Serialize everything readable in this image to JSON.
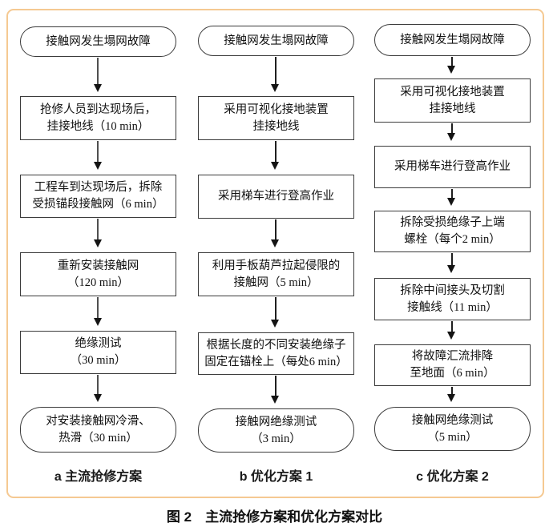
{
  "figure": {
    "caption": "图 2　主流抢修方案和优化方案对比",
    "panel_border_color": "#f5c992",
    "box_border_color": "#3b3b3b",
    "arrow_color": "#4f4f4f",
    "arrowhead_color": "#141414",
    "text_color": "#111111"
  },
  "columns": [
    {
      "label": "a 主流抢修方案",
      "nodes": [
        {
          "type": "terminal",
          "lines": [
            "接触网发生塌网故障"
          ]
        },
        {
          "type": "process",
          "lines": [
            "抢修人员到达现场后，",
            "挂接地线（10 min）"
          ]
        },
        {
          "type": "process",
          "lines": [
            "工程车到达现场后，拆除",
            "受损锚段接触网（6 min）"
          ]
        },
        {
          "type": "process",
          "lines": [
            "重新安装接触网",
            "（120 min）"
          ]
        },
        {
          "type": "process",
          "lines": [
            "绝缘测试",
            "（30 min）"
          ]
        },
        {
          "type": "terminal",
          "lines": [
            "对安装接触网冷滑、",
            "热滑（30 min）"
          ]
        }
      ]
    },
    {
      "label": "b 优化方案 1",
      "nodes": [
        {
          "type": "terminal",
          "lines": [
            "接触网发生塌网故障"
          ]
        },
        {
          "type": "process",
          "lines": [
            "采用可视化接地装置",
            "挂接地线"
          ]
        },
        {
          "type": "process",
          "lines": [
            "采用梯车进行登高作业"
          ]
        },
        {
          "type": "process",
          "lines": [
            "利用手板葫芦拉起侵限的",
            "接触网（5 min）"
          ]
        },
        {
          "type": "process",
          "lines": [
            "根据长度的不同安装绝缘子",
            "固定在锚栓上（每处6 min）"
          ]
        },
        {
          "type": "terminal",
          "lines": [
            "接触网绝缘测试",
            "（3 min）"
          ]
        }
      ]
    },
    {
      "label": "c 优化方案 2",
      "nodes": [
        {
          "type": "terminal",
          "lines": [
            "接触网发生塌网故障"
          ]
        },
        {
          "type": "process",
          "lines": [
            "采用可视化接地装置",
            "挂接地线"
          ]
        },
        {
          "type": "process",
          "lines": [
            "采用梯车进行登高作业"
          ]
        },
        {
          "type": "process",
          "lines": [
            "拆除受损绝缘子上端",
            "螺栓（每个2 min）"
          ]
        },
        {
          "type": "process",
          "lines": [
            "拆除中间接头及切割",
            "接触线（11 min）"
          ]
        },
        {
          "type": "process",
          "lines": [
            "将故障汇流排降",
            "至地面（6 min）"
          ]
        },
        {
          "type": "terminal",
          "lines": [
            "接触网绝缘测试",
            "（5 min）"
          ]
        }
      ]
    }
  ]
}
